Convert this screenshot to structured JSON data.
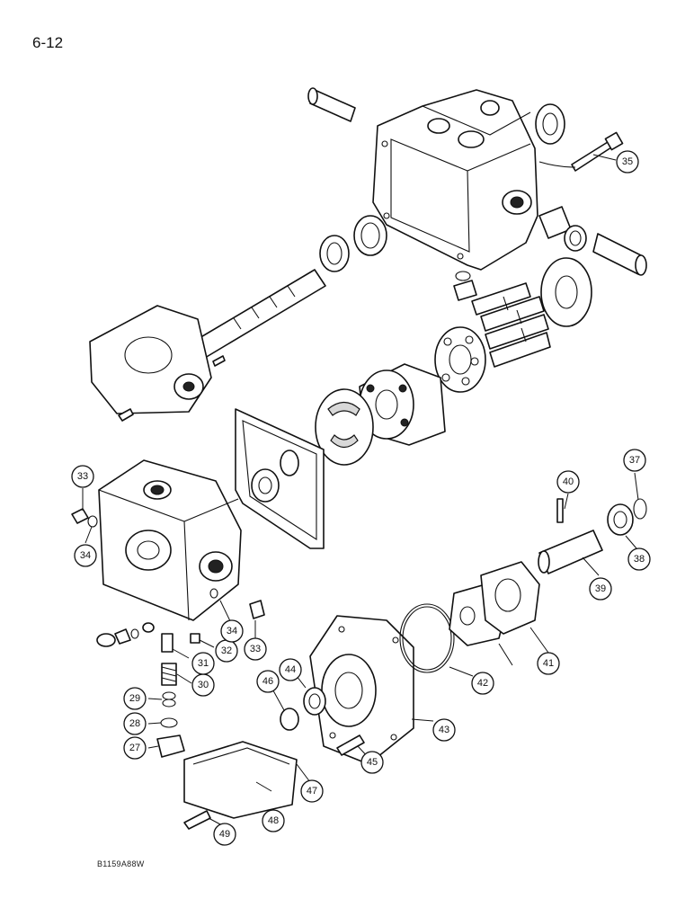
{
  "page_number": "6-12",
  "figure_code": "B1159A88W",
  "callouts": [
    "27",
    "28",
    "29",
    "30",
    "31",
    "32",
    "33",
    "33",
    "34",
    "34",
    "35",
    "37",
    "38",
    "39",
    "40",
    "41",
    "42",
    "43",
    "44",
    "45",
    "46",
    "47",
    "48",
    "49"
  ]
}
